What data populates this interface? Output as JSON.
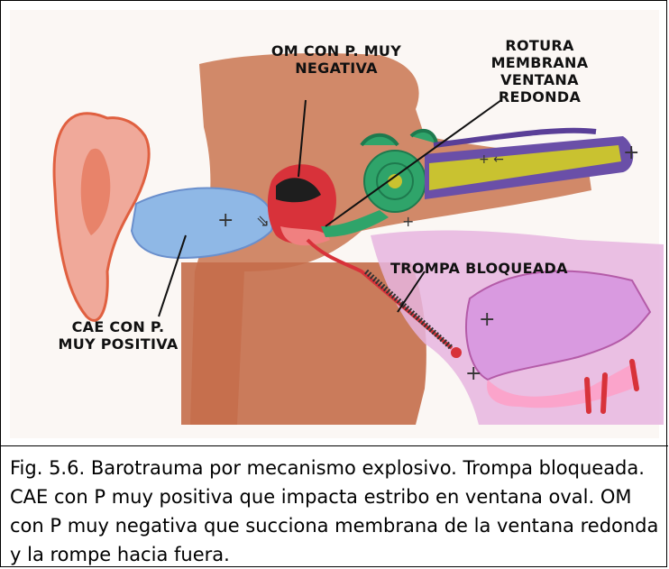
{
  "labels": {
    "om": "OM CON P. MUY NEGATIVA",
    "om_line1": "OM CON P. MUY",
    "om_line2": "NEGATIVA",
    "rotura_line1": "ROTURA",
    "rotura_line2": "MEMBRANA",
    "rotura_line3": "VENTANA",
    "rotura_line4": "REDONDA",
    "cae_line1": "CAE CON P.",
    "cae_line2": "MUY POSITIVA",
    "trompa": "TROMPA BLOQUEADA"
  },
  "caption": "Fig. 5.6. Barotrauma por mecanismo explosivo. Trompa bloqueada. CAE con P muy positiva que impacta estribo en ventana oval. OM con P muy negativa que succiona membrana de la ventana redonda y la rompe hacia fuera.",
  "colors": {
    "skin": "#f0a99a",
    "bone": "#c97650",
    "canal": "#8fb8e6",
    "cochlea": "#2fa46a",
    "nerve": "#c9c230",
    "nerve_sheath": "#6a4fa8",
    "nasopharynx": "#e6b5df",
    "blood": "#d8323a"
  },
  "icons": [
    "pencil-drawing"
  ]
}
